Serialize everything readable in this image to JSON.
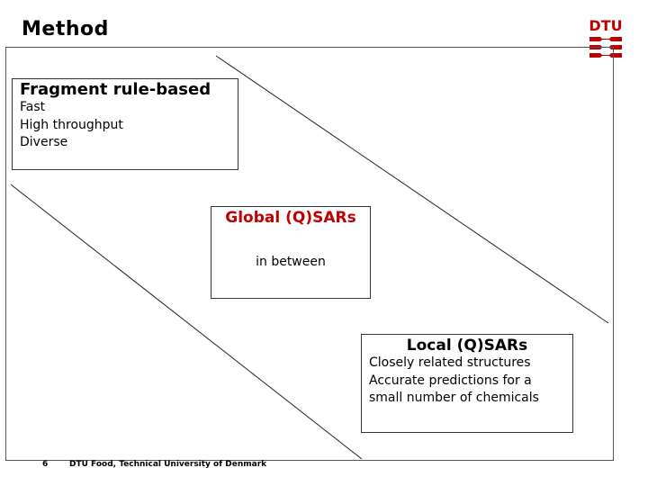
{
  "slide": {
    "title": "Method"
  },
  "logo": {
    "text": "DTU",
    "accent_color": "#c00000"
  },
  "boxes": {
    "fragment": {
      "title": "Fragment rule-based",
      "lines": [
        "Fast",
        "High throughput",
        "Diverse"
      ]
    },
    "global": {
      "title": "Global (Q)SARs",
      "title_color": "#c00000",
      "text": "in between"
    },
    "local": {
      "title": "Local (Q)SARs",
      "lines": [
        "Closely related structures",
        "Accurate predictions for a",
        "small number of chemicals"
      ]
    }
  },
  "footer": {
    "page_number": "6",
    "organization": "DTU Food, Technical University of Denmark"
  }
}
